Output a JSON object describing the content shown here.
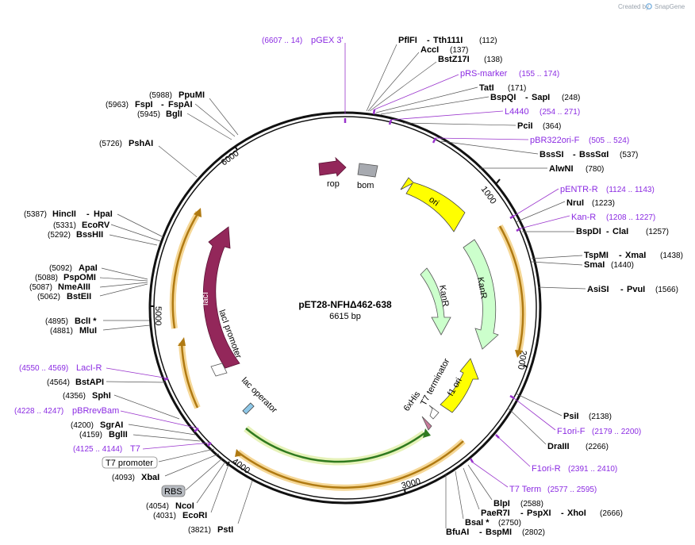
{
  "watermark": {
    "prefix": "Created by",
    "brand": "SnapGene"
  },
  "plasmid": {
    "name": "pET28-NFHΔ462-638",
    "length": "6615 bp"
  },
  "ticks": [
    "1000",
    "2000",
    "3000",
    "4000",
    "5000",
    "6000"
  ],
  "features": {
    "rop": "rop",
    "bom": "bom",
    "ori": "ori",
    "kanr_inner": "KanR",
    "kanr_outer": "KanR",
    "laci": "lacI",
    "laci_promoter": "lacI promoter",
    "lac_operator": "lac operator",
    "t7_terminator": "T7 terminator",
    "his": "6xHis",
    "f1ori": "f1 ori",
    "t7_promoter": "T7 promoter",
    "rbs": "RBS"
  },
  "right_sites": [
    {
      "name": "PflFI",
      "extra": "Tth111I",
      "pos": "(112)"
    },
    {
      "name": "AccI",
      "extra": "",
      "pos": "(137)"
    },
    {
      "name": "BstZ17I",
      "extra": "",
      "pos": "(138)"
    },
    {
      "name": "TatI",
      "extra": "",
      "pos": "(171)"
    },
    {
      "name": "BspQI",
      "extra": "SapI",
      "pos": "(248)"
    },
    {
      "name": "PciI",
      "extra": "",
      "pos": "(364)"
    },
    {
      "name": "BssSI",
      "extra": "BssSαI",
      "pos": "(537)"
    },
    {
      "name": "AlwNI",
      "extra": "",
      "pos": "(780)"
    },
    {
      "name": "NruI",
      "extra": "",
      "pos": "(1223)"
    },
    {
      "name": "BspDI",
      "extra": "ClaI",
      "pos": "(1257)"
    },
    {
      "name": "TspMI",
      "extra": "XmaI",
      "pos": "(1438)"
    },
    {
      "name": "SmaI",
      "extra": "",
      "pos": "(1440)"
    },
    {
      "name": "AsiSI",
      "extra": "PvuI",
      "pos": "(1566)"
    },
    {
      "name": "PsiI",
      "extra": "",
      "pos": "(2138)"
    },
    {
      "name": "DraIII",
      "extra": "",
      "pos": "(2266)"
    },
    {
      "name": "BlpI",
      "extra": "",
      "pos": "(2588)"
    },
    {
      "name": "PaeR7I",
      "extra": "PspXI",
      "extra2": "XhoI",
      "pos": "(2666)"
    },
    {
      "name": "BsaI *",
      "extra": "",
      "pos": "(2750)"
    },
    {
      "name": "BfuAI",
      "extra": "BspMI",
      "pos": "(2802)"
    }
  ],
  "left_sites": [
    {
      "name": "PpuMI",
      "pos": "(5988)"
    },
    {
      "name": "FspI",
      "extra": "FspAI",
      "pos": "(5963)"
    },
    {
      "name": "BglI",
      "pos": "(5945)"
    },
    {
      "name": "PshAI",
      "pos": "(5726)"
    },
    {
      "name": "HincII",
      "extra": "HpaI",
      "pos": "(5387)"
    },
    {
      "name": "EcoRV",
      "pos": "(5331)"
    },
    {
      "name": "BssHII",
      "pos": "(5292)"
    },
    {
      "name": "ApaI",
      "pos": "(5092)"
    },
    {
      "name": "PspOMI",
      "pos": "(5088)"
    },
    {
      "name": "NmeAIII",
      "pos": "(5087)"
    },
    {
      "name": "BstEII",
      "pos": "(5062)"
    },
    {
      "name": "BclI *",
      "pos": "(4895)"
    },
    {
      "name": "MluI",
      "pos": "(4881)"
    },
    {
      "name": "BstAPI",
      "pos": "(4564)"
    },
    {
      "name": "SphI",
      "pos": "(4356)"
    },
    {
      "name": "SgrAI",
      "pos": "(4200)"
    },
    {
      "name": "BglII",
      "pos": "(4159)"
    },
    {
      "name": "XbaI",
      "pos": "(4093)"
    },
    {
      "name": "NcoI",
      "pos": "(4054)"
    },
    {
      "name": "EcoRI",
      "pos": "(4031)"
    },
    {
      "name": "PstI",
      "pos": "(3821)"
    }
  ],
  "primers": [
    {
      "name": "pGEX 3'",
      "range": "(6607 .. 14)"
    },
    {
      "name": "pRS-marker",
      "range": "(155 .. 174)"
    },
    {
      "name": "L4440",
      "range": "(254 .. 271)"
    },
    {
      "name": "pBR322ori-F",
      "range": "(505 .. 524)"
    },
    {
      "name": "pENTR-R",
      "range": "(1124 .. 1143)"
    },
    {
      "name": "Kan-R",
      "range": "(1208 .. 1227)"
    },
    {
      "name": "F1ori-F",
      "range": "(2179 .. 2200)"
    },
    {
      "name": "F1ori-R",
      "range": "(2391 .. 2410)"
    },
    {
      "name": "T7 Term",
      "range": "(2577 .. 2595)"
    },
    {
      "name": "LacI-R",
      "range": "(4550 .. 4569)"
    },
    {
      "name": "pBRrevBam",
      "range": "(4228 .. 4247)"
    },
    {
      "name": "T7",
      "range": "(4125 .. 4144)"
    }
  ],
  "colors": {
    "backbone": "#111111",
    "orf": "#f2b441",
    "rop": "#93275a",
    "laci": "#93275a",
    "ori": "#ffff00",
    "kanr": "#ccffcc",
    "his": "#7fbf3f",
    "primer": "#8B2BE2"
  }
}
